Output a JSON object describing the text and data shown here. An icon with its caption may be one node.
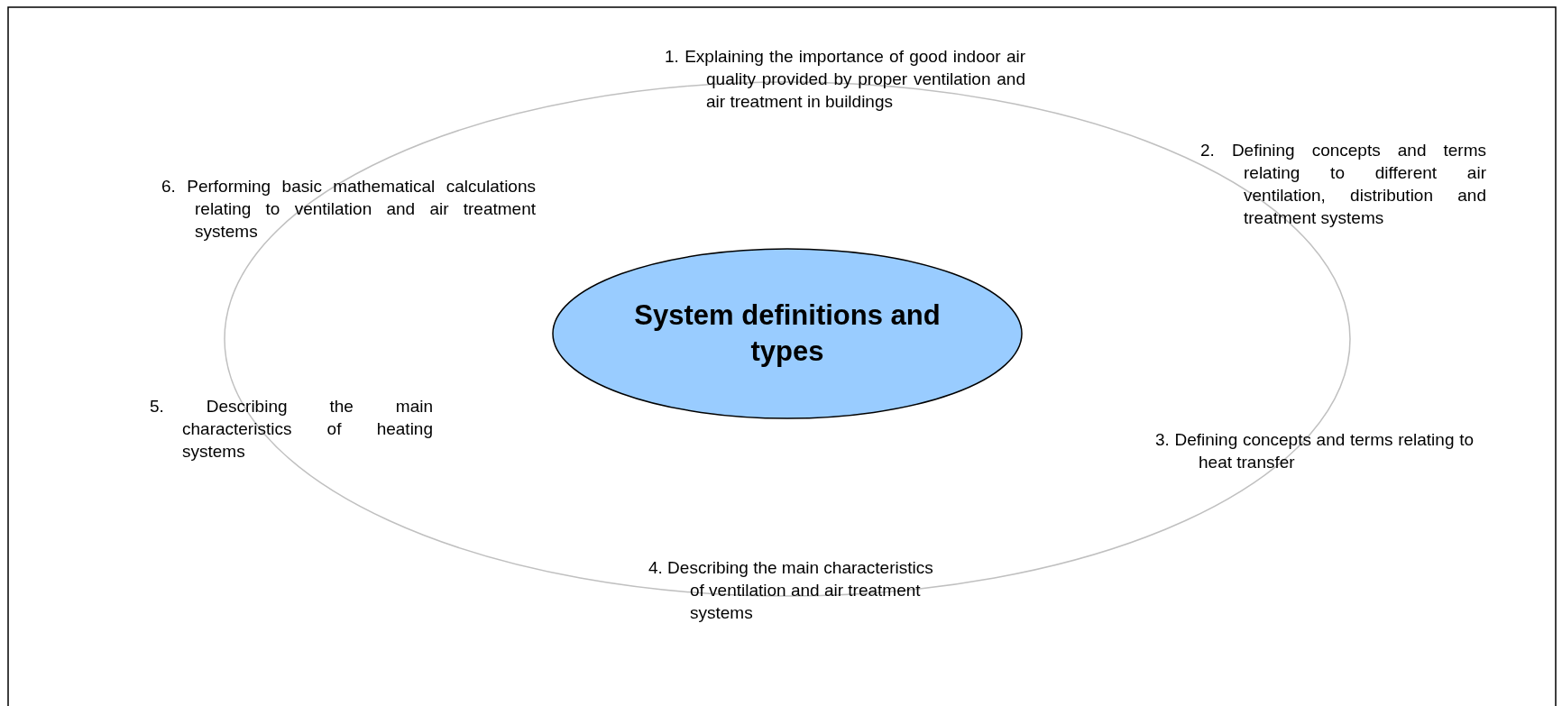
{
  "diagram": {
    "nodes": [
      {
        "text": [
          "System definitions and types"
        ]
      }
    ],
    "labels": [
      "1. Explaining the importance of good indoor air quality provided by proper ventilation and air treatment in buildings",
      "2. Defining concepts and terms relating to different air ventilation, distribution and treatment systems",
      "6. Performing basic mathematical calculations relating to ventilation and air treatment systems",
      "5. Describing the main characteristics of heating systems",
      "3. Defining concepts and terms relating to heat transfer",
      "4. Describing the main characteristics of ventilation and air treatment systems"
    ]
  }
}
